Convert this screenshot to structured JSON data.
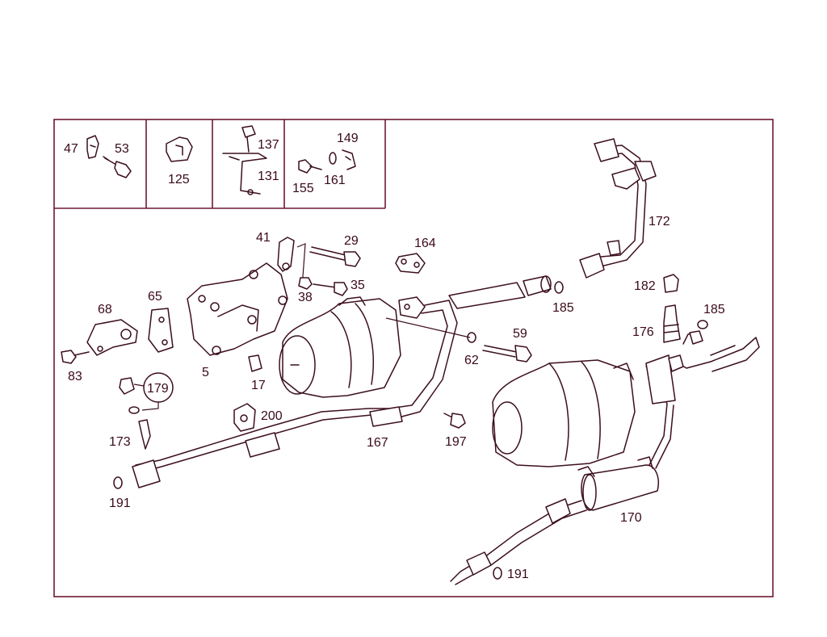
{
  "diagram": {
    "inset_labels": {
      "p47": "47",
      "p53": "53",
      "p125": "125",
      "p137": "137",
      "p131": "131",
      "p149": "149",
      "p155": "155",
      "p161": "161"
    },
    "part_labels": {
      "p41": "41",
      "p29": "29",
      "p164": "164",
      "p172": "172",
      "p35": "35",
      "p38": "38",
      "p182": "182",
      "p185a": "185",
      "p185b": "185",
      "p68": "68",
      "p65": "65",
      "p176": "176",
      "p59": "59",
      "p62": "62",
      "p83": "83",
      "p5": "5",
      "p17": "17",
      "p179": "179",
      "p200": "200",
      "p167": "167",
      "p197": "197",
      "p173": "173",
      "p170": "170",
      "p191a": "191",
      "p191b": "191"
    },
    "colors": {
      "frame": "#6e1a30",
      "ink": "#3c0f1e",
      "label": "#3a0a18",
      "background": "#ffffff"
    }
  }
}
